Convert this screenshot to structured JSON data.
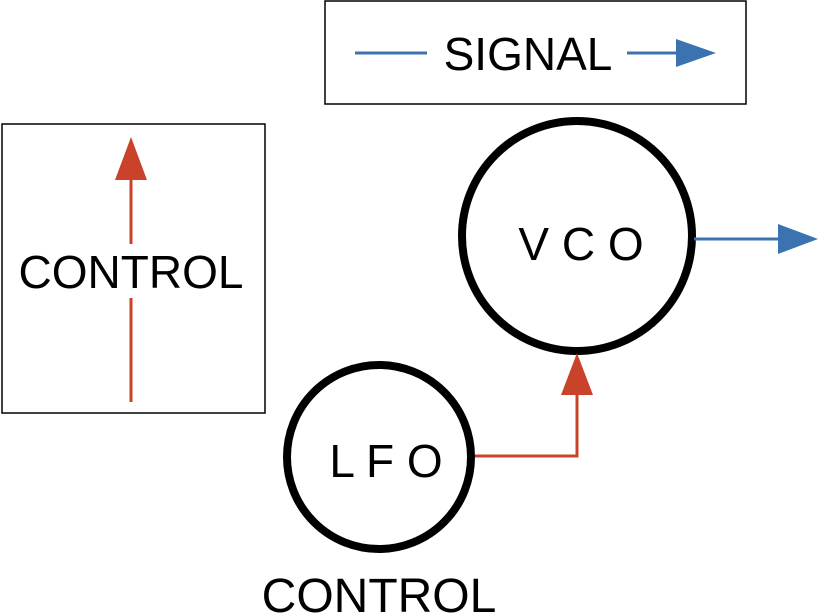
{
  "legend": {
    "signal_label": "SIGNAL",
    "control_label": "CONTROL"
  },
  "nodes": {
    "vco_label": "V C O",
    "lfo_label": "L F O"
  },
  "caption": "CONTROL",
  "colors": {
    "signal": "#3b72b0",
    "control": "#c8432a",
    "outline": "#000000"
  }
}
